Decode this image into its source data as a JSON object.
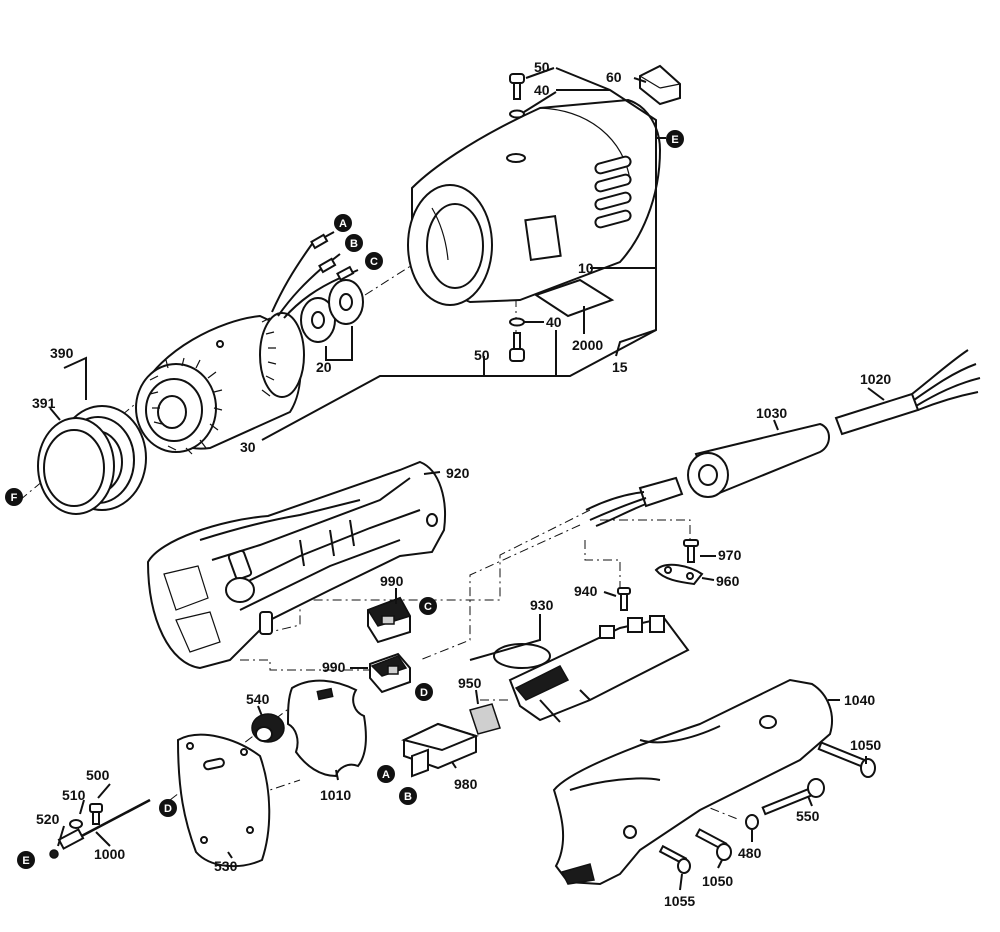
{
  "part_numbers": {
    "p50_top": "50",
    "p40_top": "40",
    "p60": "60",
    "p10": "10",
    "p40_bot": "40",
    "p50_bot": "50",
    "p2000": "2000",
    "p15": "15",
    "p20": "20",
    "p30": "30",
    "p390": "390",
    "p391": "391",
    "p1020": "1020",
    "p1030": "1030",
    "p920": "920",
    "p970": "970",
    "p960": "960",
    "p940": "940",
    "p930": "930",
    "p990_top": "990",
    "p990_bot": "990",
    "p950": "950",
    "p540": "540",
    "p1040": "1040",
    "p1050_right": "1050",
    "p500": "500",
    "p510": "510",
    "p520": "520",
    "p1000": "1000",
    "p1010": "1010",
    "p980": "980",
    "p530": "530",
    "p550": "550",
    "p480": "480",
    "p1050_bot": "1050",
    "p1055": "1055"
  },
  "markers": {
    "A": "A",
    "B": "B",
    "C": "C",
    "D": "D",
    "E": "E",
    "F": "F"
  }
}
